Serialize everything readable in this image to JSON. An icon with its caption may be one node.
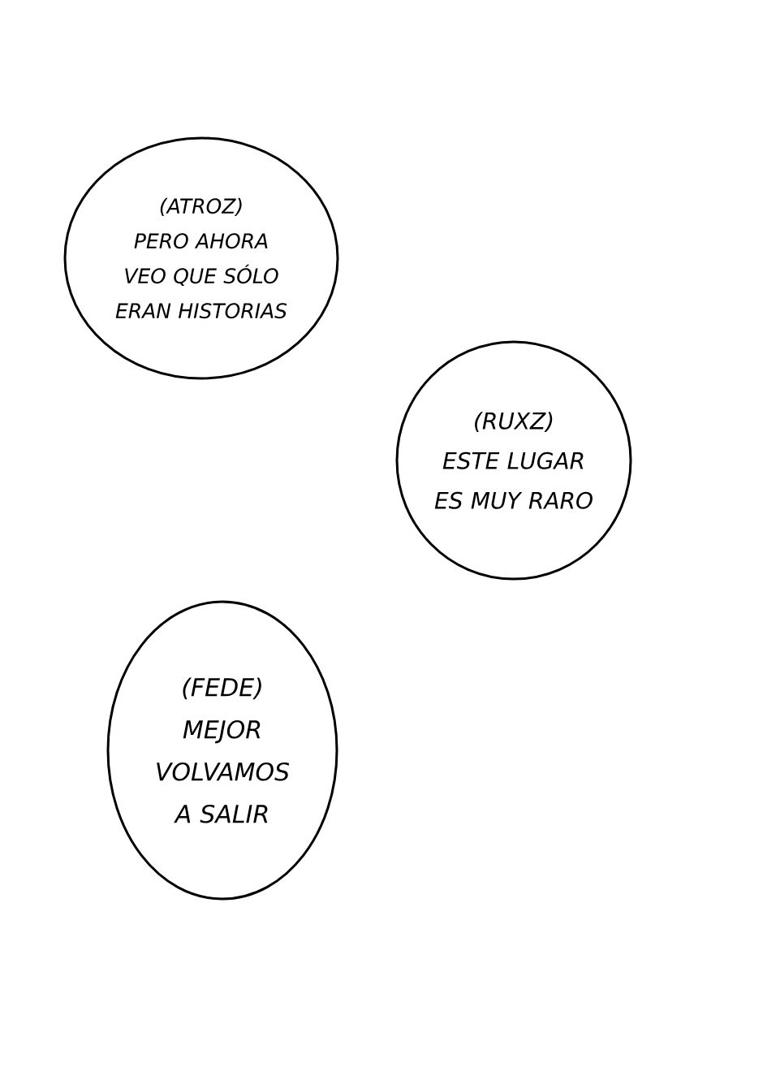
{
  "diagram": {
    "nodes": [
      {
        "text": [
          "(ATROZ)",
          "PERO AHORA VEO QUE SÓLO ERAN HISTORIAS"
        ]
      },
      {
        "text": [
          "(RUXZ)",
          "ESTE LUGAR ES MUY RARO"
        ]
      },
      {
        "text": [
          "(FEDE)",
          "MEJOR VOLVAMOS A SALIR"
        ]
      }
    ]
  }
}
